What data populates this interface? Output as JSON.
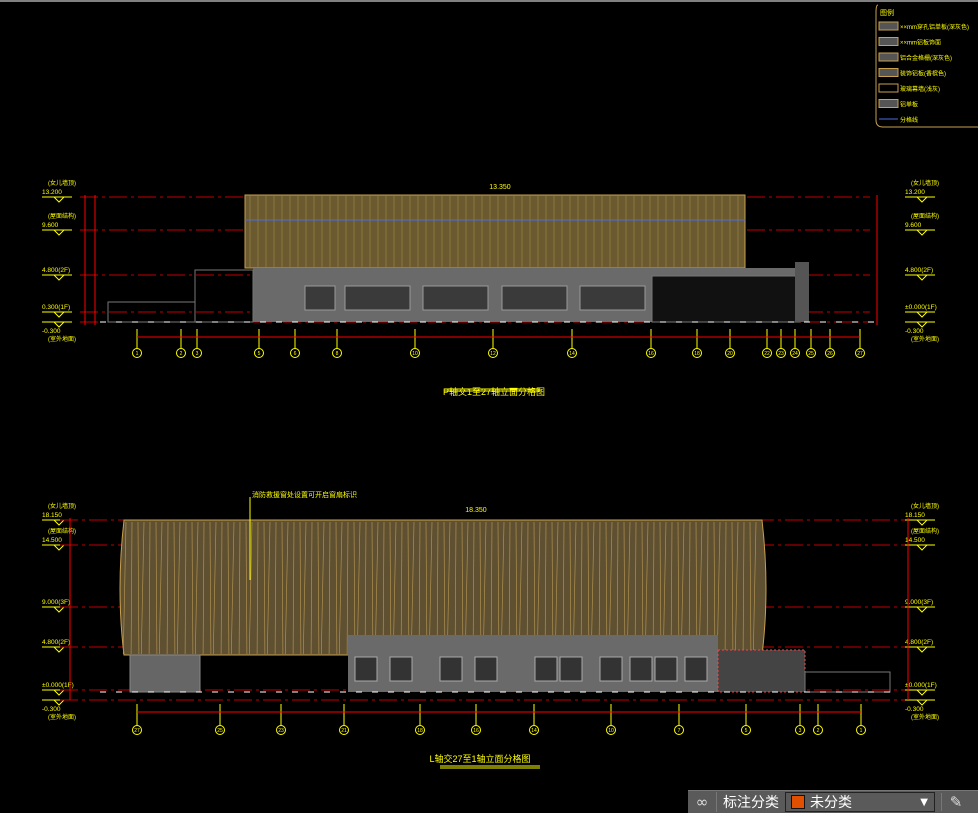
{
  "legend": {
    "title": "图例",
    "items": [
      {
        "label": "××mm穿孔铝单板(深灰色)"
      },
      {
        "label": "××mm铝板饰面"
      },
      {
        "label": "铝合金格栅(深灰色)"
      },
      {
        "label": "装饰铝板(香槟色)"
      },
      {
        "label": "玻璃幕墙(浅灰)"
      },
      {
        "label": "铝单板"
      },
      {
        "label": "分格线"
      }
    ]
  },
  "elevation_top": {
    "title": "P轴交1至27轴立面分格图",
    "top_mark": "13.350",
    "levels": [
      {
        "name": "(女儿墙顶)",
        "value": "13.200"
      },
      {
        "name": "(屋面结构)",
        "value": "9.600"
      },
      {
        "name": "",
        "value": "4.800(2F)"
      },
      {
        "name": "",
        "value": "0.300(1F)"
      },
      {
        "name": "(室外地面)",
        "value": "-0.300"
      }
    ],
    "right_levels": [
      {
        "name": "(女儿墙顶)",
        "value": "13.200"
      },
      {
        "name": "(屋面结构)",
        "value": "9.600"
      },
      {
        "name": "",
        "value": "4.800(2F)"
      },
      {
        "name": "",
        "value": "±0.000(1F)"
      },
      {
        "name": "(室外地面)",
        "value": "-0.300"
      }
    ],
    "axes": [
      "1",
      "2",
      "3",
      "5",
      "6",
      "8",
      "10",
      "12",
      "14",
      "16",
      "18",
      "20",
      "22",
      "23",
      "24",
      "25",
      "26",
      "27"
    ]
  },
  "elevation_bottom": {
    "title": "L轴交27至1轴立面分格图",
    "top_mark": "18.350",
    "note": "消防救援窗处设置可开启窗扇标识",
    "levels": [
      {
        "name": "(女儿墙顶)",
        "value": "18.150"
      },
      {
        "name": "(屋面结构)",
        "value": "14.500"
      },
      {
        "name": "",
        "value": "9.000(3F)"
      },
      {
        "name": "",
        "value": "4.800(2F)"
      },
      {
        "name": "",
        "value": "±0.000(1F)"
      },
      {
        "name": "(室外地面)",
        "value": "-0.300"
      }
    ],
    "axes": [
      "27",
      "25",
      "23",
      "21",
      "18",
      "16",
      "14",
      "10",
      "7",
      "5",
      "3",
      "2",
      "1"
    ]
  },
  "toolbar": {
    "category_label": "标注分类",
    "category_value": "未分类",
    "category_color": "#e05000"
  }
}
